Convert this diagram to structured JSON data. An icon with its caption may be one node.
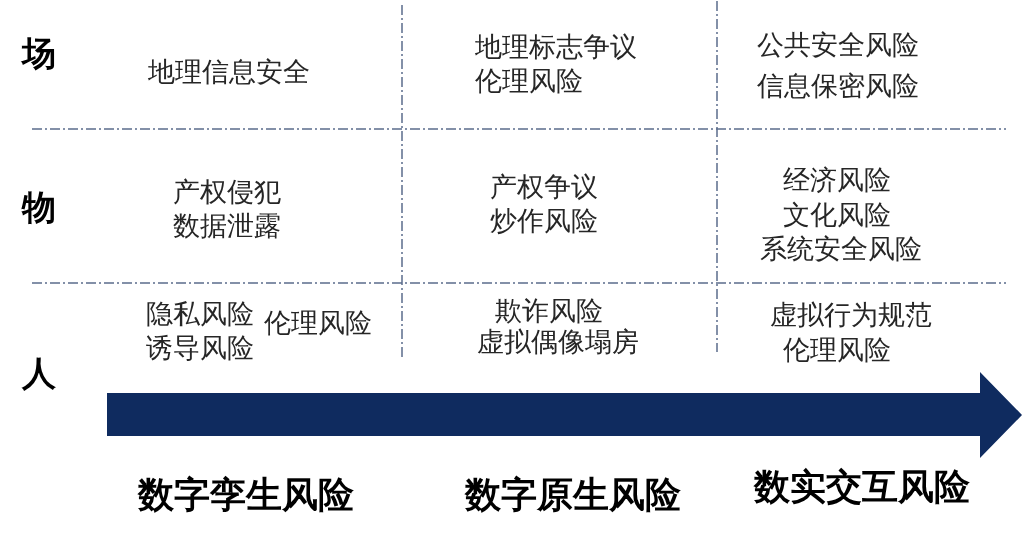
{
  "diagram": {
    "labels": [
      "场",
      "地理信息安全",
      "地理标志争议",
      "伦理风险",
      "公共安全风险",
      "信息保密风险",
      "物",
      "产权侵犯",
      "数据泄露",
      "产权争议",
      "炒作风险",
      "经济风险",
      "文化风险",
      "系统安全风险",
      "人",
      "隐私风险",
      "诱导风险",
      "伦理风险",
      "欺诈风险",
      "虚拟偶像塌房",
      "虚拟行为规范",
      "伦理风险",
      "数字孪生风险",
      "数字原生风险",
      "数实交互风险"
    ]
  }
}
